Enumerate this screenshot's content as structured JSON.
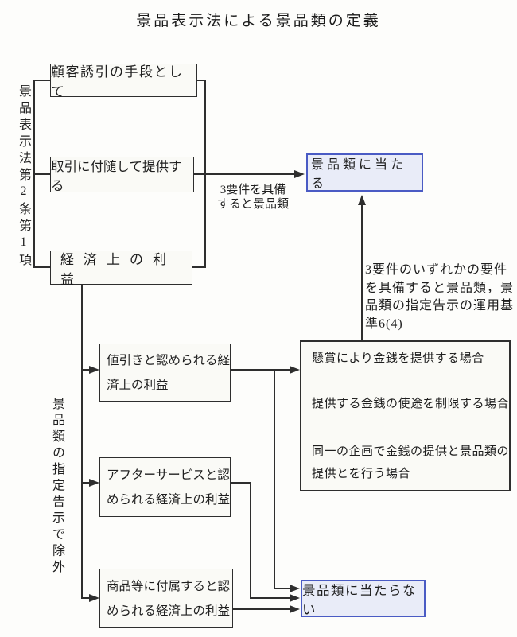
{
  "title": "景品表示法による景品類の定義",
  "labels": {
    "law_article_vertical": "景品表示法第2条第1項",
    "exclusion_vertical": "景品類の指定告示で除外",
    "three_req_note_line1": "3要件を具備",
    "three_req_note_line2": "すると景品類",
    "side_note_line1": "3要件のいずれかの要件",
    "side_note_line2": "を具備すると景品類，景",
    "side_note_line3": "品類の指定告示の運用基",
    "side_note_line4": "準6(4)"
  },
  "criteria_boxes": {
    "customer_attraction": "顧客誘引の手段として",
    "accompany_transaction": "取引に付随して提供する",
    "economic_benefit": "経済上の利益"
  },
  "result_boxes": {
    "is_premium": "景品類に当たる",
    "not_premium": "景品類に当たらない"
  },
  "excluded_boxes": {
    "discount_line1": "値引きと認められる経",
    "discount_line2": "済上の利益",
    "after_service_line1": "アフターサービスと認",
    "after_service_line2": "められる経済上の利益",
    "attached_line1": "商品等に付属すると認",
    "attached_line2": "められる経済上の利益"
  },
  "money_cases": {
    "case1": "懸賞により金銭を提供する場合",
    "case2": "提供する金銭の使途を制限する場合",
    "case3_line1": "同一の企画で金銭の提供と景品類の",
    "case3_line2": "提供とを行う場合"
  },
  "colors": {
    "highlight_border": "#4a5bc4",
    "highlight_fill": "#e9ecf8",
    "line_color": "#2e2e2e"
  }
}
